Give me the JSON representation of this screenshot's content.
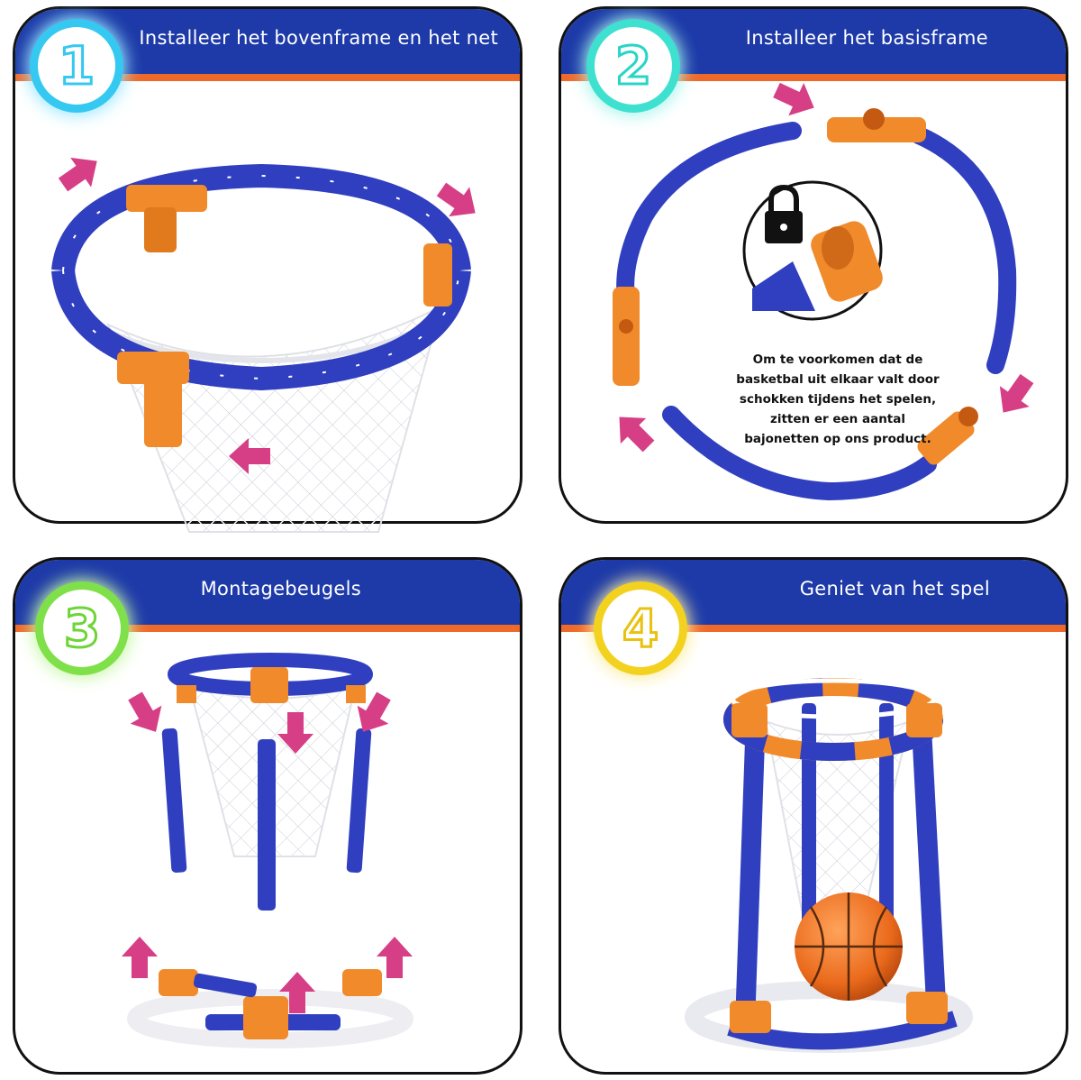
{
  "steps": [
    {
      "number": "1",
      "title": "Installeer het bovenframe en het net",
      "glow": "#35c8f0"
    },
    {
      "number": "2",
      "title": "Installeer het basisframe",
      "glow": "#3ee0d0"
    },
    {
      "number": "3",
      "title": "Montagebeugels",
      "glow": "#7fe04a"
    },
    {
      "number": "4",
      "title": "Geniet van het spel",
      "glow": "#f2d21e"
    }
  ],
  "lock_note": {
    "lines": [
      "Om te voorkomen dat de",
      "basketbal uit elkaar valt door",
      "schokken tijdens het spelen,",
      "zitten er een aantal",
      "bajonetten op ons product."
    ]
  },
  "colors": {
    "band": "#1d3aa8",
    "stripe": "#ee6a2b",
    "pipe_blue": "#2f3fbf",
    "pipe_orange": "#f08a2a",
    "arrow": "#d63f86"
  },
  "icons": [
    "lock-icon",
    "arrow-icon",
    "basketball-icon",
    "hoop-icon"
  ]
}
